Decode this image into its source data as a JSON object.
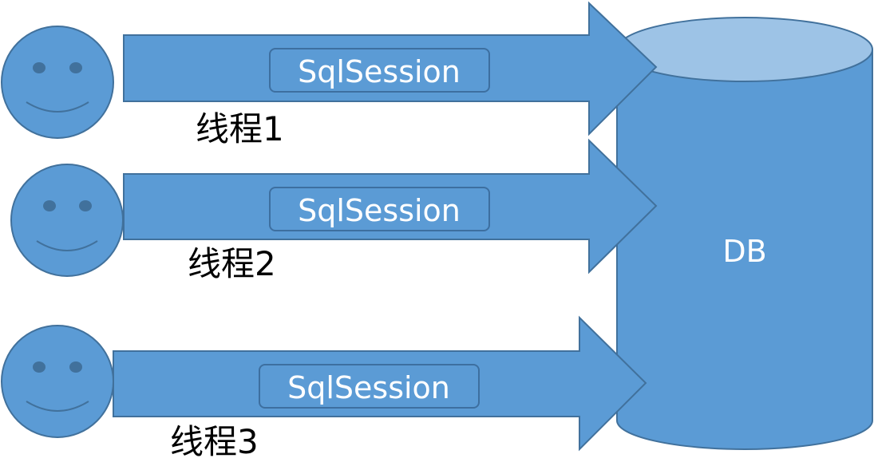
{
  "colors": {
    "shape_fill": "#5B9BD5",
    "shape_stroke": "#41719C",
    "db_top_fill": "#9DC3E6",
    "session_box_stroke": "#3D6FA0",
    "text_light": "#FFFFFF",
    "text_dark": "#000000"
  },
  "database": {
    "label": "DB"
  },
  "threads": [
    {
      "label": "线程1",
      "session_label": "SqlSession",
      "icon": "smiley-face-icon"
    },
    {
      "label": "线程2",
      "session_label": "SqlSession",
      "icon": "smiley-face-icon"
    },
    {
      "label": "线程3",
      "session_label": "SqlSession",
      "icon": "smiley-face-icon"
    }
  ]
}
